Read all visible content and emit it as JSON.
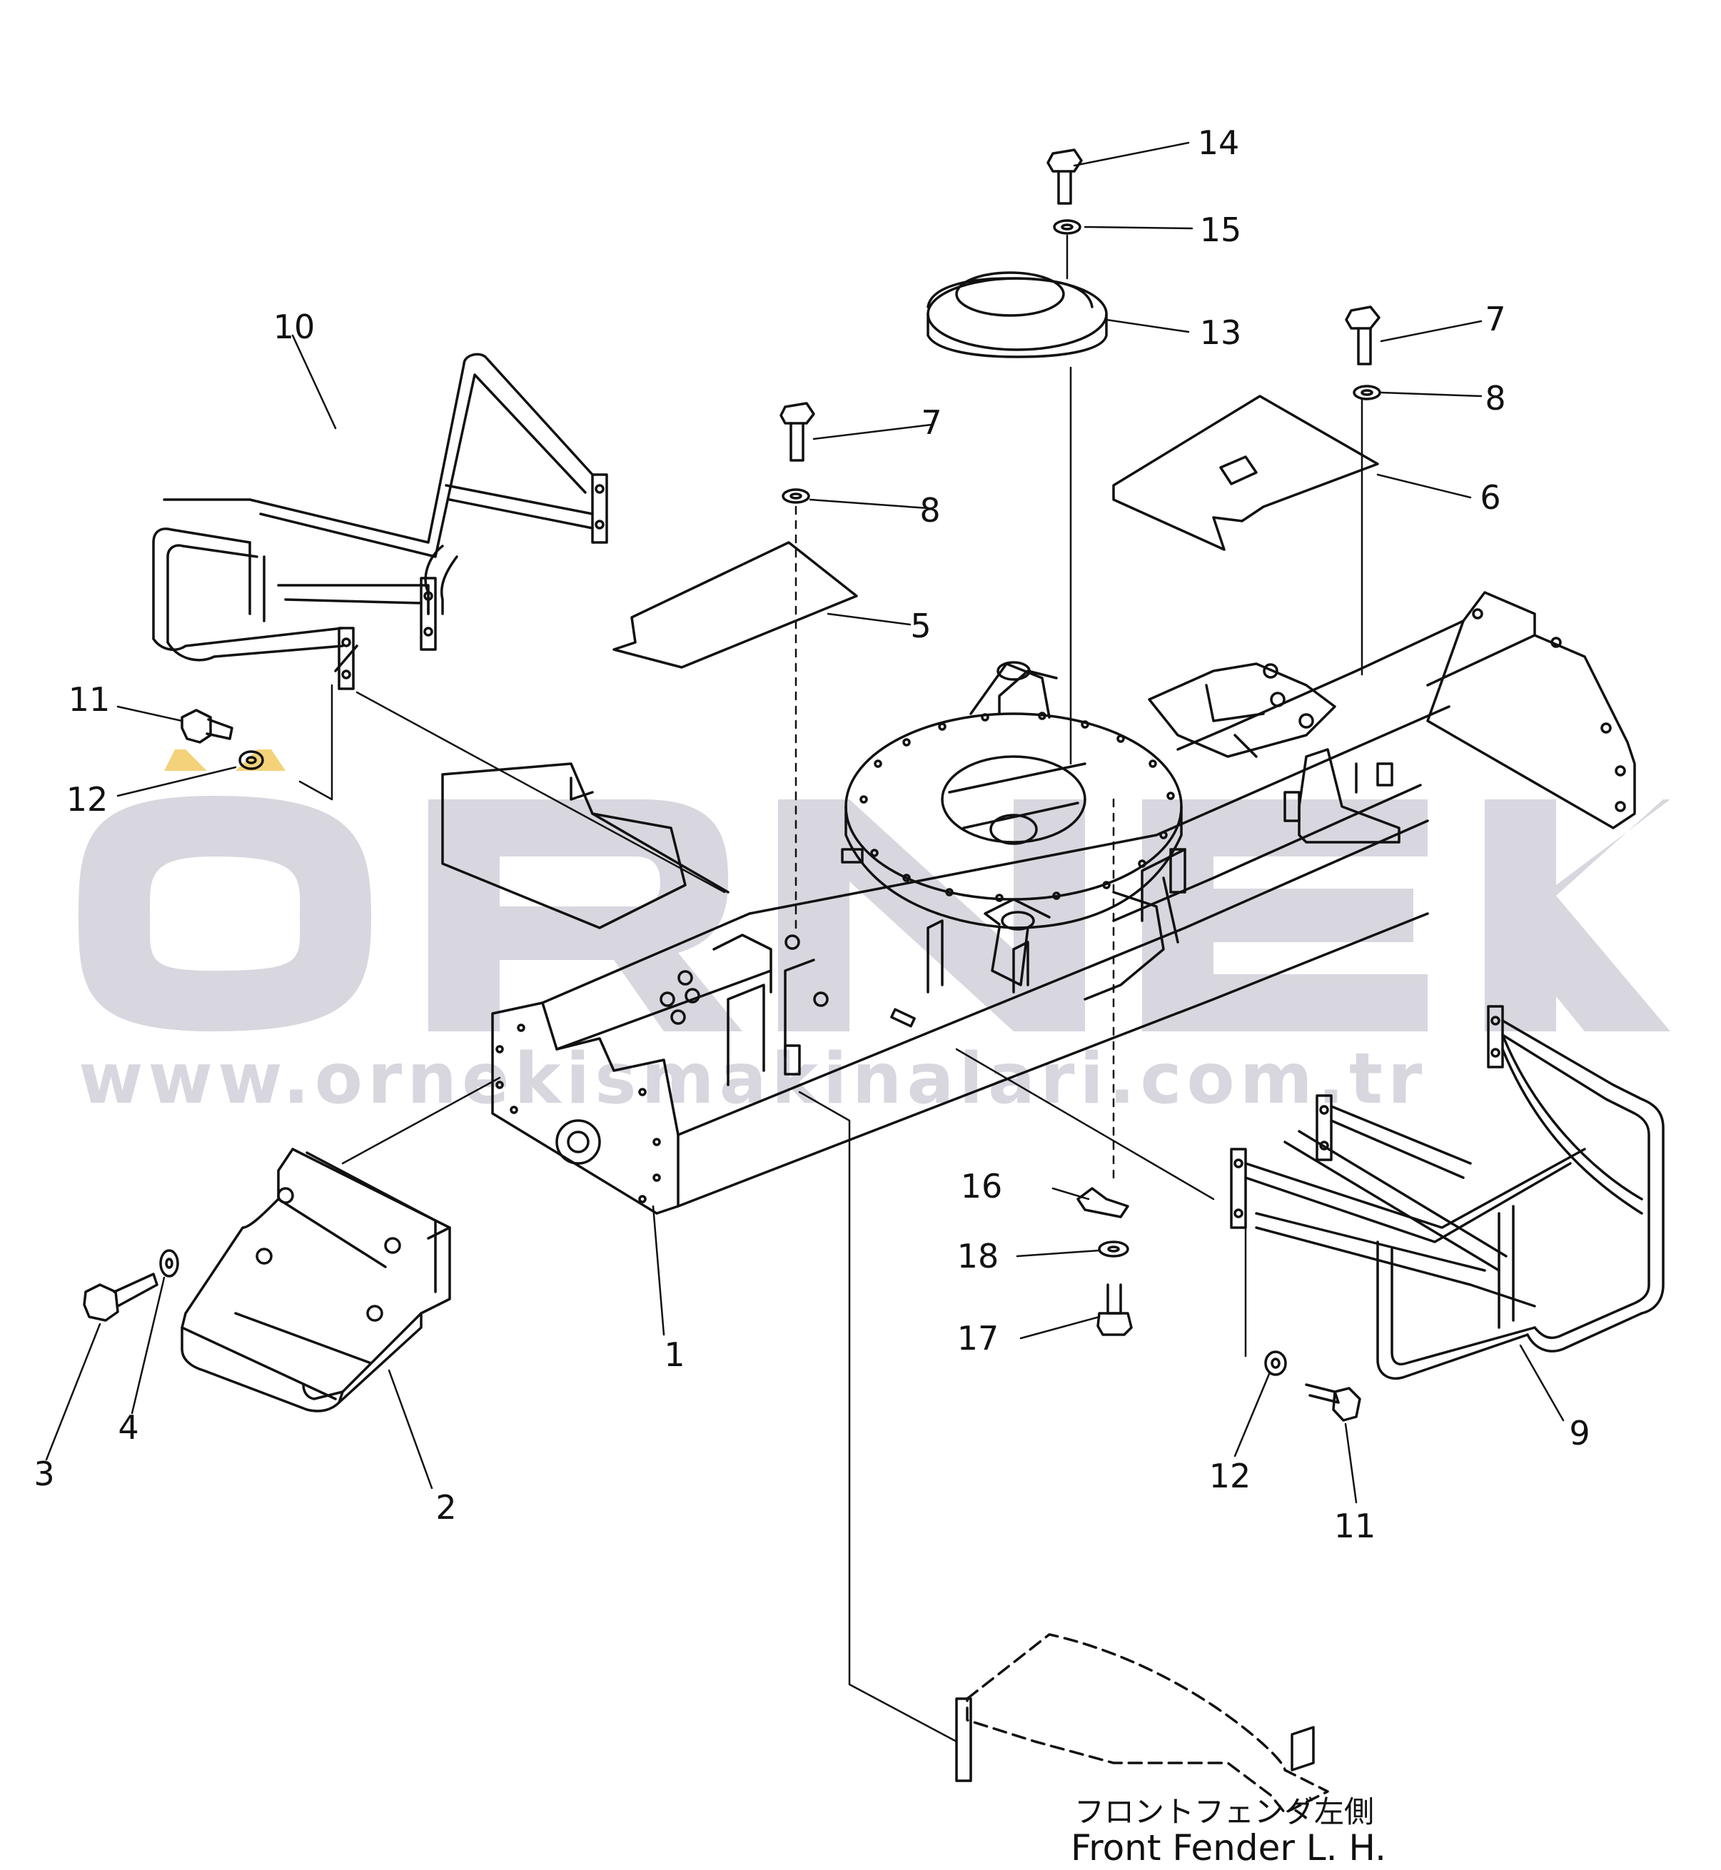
{
  "colors": {
    "ink": "#111111",
    "watermark": "#d8d6de",
    "watermark_accent": "#f3d27a"
  },
  "watermark": {
    "brand": "ÖRNEK",
    "url": "www.ornekismakinalari.com.tr"
  },
  "callouts": [
    "1",
    "2",
    "3",
    "4",
    "5",
    "6",
    "7",
    "7",
    "8",
    "8",
    "9",
    "10",
    "11",
    "11",
    "12",
    "12",
    "13",
    "14",
    "15",
    "16",
    "17",
    "18"
  ],
  "caption": {
    "japanese": "フロントフェンダ左側",
    "english": "Front Fender L. H."
  }
}
